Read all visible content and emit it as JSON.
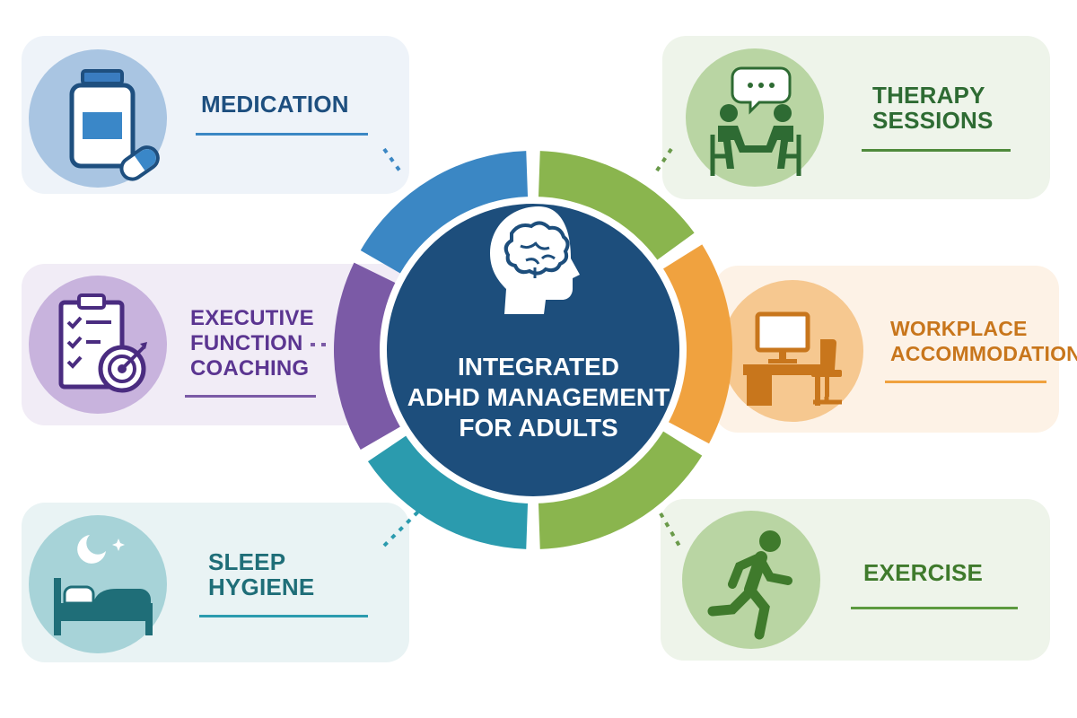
{
  "title": {
    "line1": "INTEGRATED",
    "line2": "ADHD MANAGEMENT",
    "line3": "FOR ADULTS",
    "icon": "head-brain-icon"
  },
  "colors": {
    "center": "#1d4e7c",
    "blue": "#3b87c4",
    "green": "#8ab54e",
    "orange": "#f0a23f",
    "purple": "#7b5aa6",
    "teal": "#2b9bae"
  },
  "components": [
    {
      "id": "medication",
      "label_lines": [
        "MEDICATION"
      ],
      "icon": "pill-bottle-icon",
      "color": "#1e4f7f"
    },
    {
      "id": "therapy",
      "label_lines": [
        "THERAPY",
        "SESSIONS"
      ],
      "icon": "therapy-chat-icon",
      "color": "#2e6b33"
    },
    {
      "id": "executive",
      "label_lines": [
        "EXECUTIVE",
        "FUNCTION",
        "COACHING"
      ],
      "icon": "checklist-target-icon",
      "color": "#5b3591"
    },
    {
      "id": "workplace",
      "label_lines": [
        "WORKPLACE",
        "ACCOMMODATIONS"
      ],
      "icon": "desk-computer-icon",
      "color": "#c8761c"
    },
    {
      "id": "sleep",
      "label_lines": [
        "SLEEP",
        "HYGIENE"
      ],
      "icon": "bed-moon-icon",
      "color": "#1f6e78"
    },
    {
      "id": "exercise",
      "label_lines": [
        "EXERCISE"
      ],
      "icon": "running-person-icon",
      "color": "#3f7a2c"
    }
  ]
}
